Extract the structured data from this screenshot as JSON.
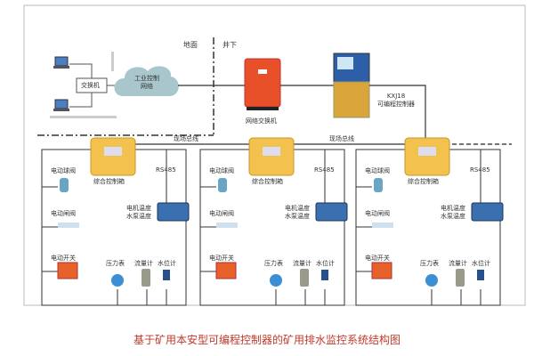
{
  "title": "基于矿用本安型可编程控制器的矿用排水监控系统结构图",
  "surface": {
    "ground_label": "地面",
    "underground_label": "井下",
    "switch_label": "交换机",
    "cloud_label_1": "工业控制",
    "cloud_label_2": "网络"
  },
  "network_switch_label": "网络交换机",
  "plc": {
    "model": "KXJ18",
    "name": "可编程控制器"
  },
  "fieldbus_label": "现场总线",
  "branches": [
    {
      "controller": "综合控制箱",
      "rs485": "RS485",
      "ball_valve": "电动球阀",
      "gate_valve": "电动闸阀",
      "switch": "电动开关",
      "temp_1": "电机温度",
      "temp_2": "水泵温度",
      "pressure": "压力表",
      "flow": "流量计",
      "level": "水位计"
    },
    {
      "controller": "综合控制箱",
      "rs485": "RS485",
      "ball_valve": "电动球阀",
      "gate_valve": "电动闸阀",
      "switch": "电动开关",
      "temp_1": "电机温度",
      "temp_2": "水泵温度",
      "pressure": "压力表",
      "flow": "流量计",
      "level": "水位计"
    },
    {
      "controller": "综合控制箱",
      "rs485": "RS485",
      "ball_valve": "电动球阀",
      "gate_valve": "电动闸阀",
      "switch": "电动开关",
      "temp_1": "电机温度",
      "temp_2": "水泵温度",
      "pressure": "压力表",
      "flow": "流量计",
      "level": "水位计"
    }
  ],
  "colors": {
    "title": "#c0392b",
    "controller": "#f2c14e",
    "network_switch": "#e8502a",
    "sensor_box": "#3a6fb0"
  }
}
